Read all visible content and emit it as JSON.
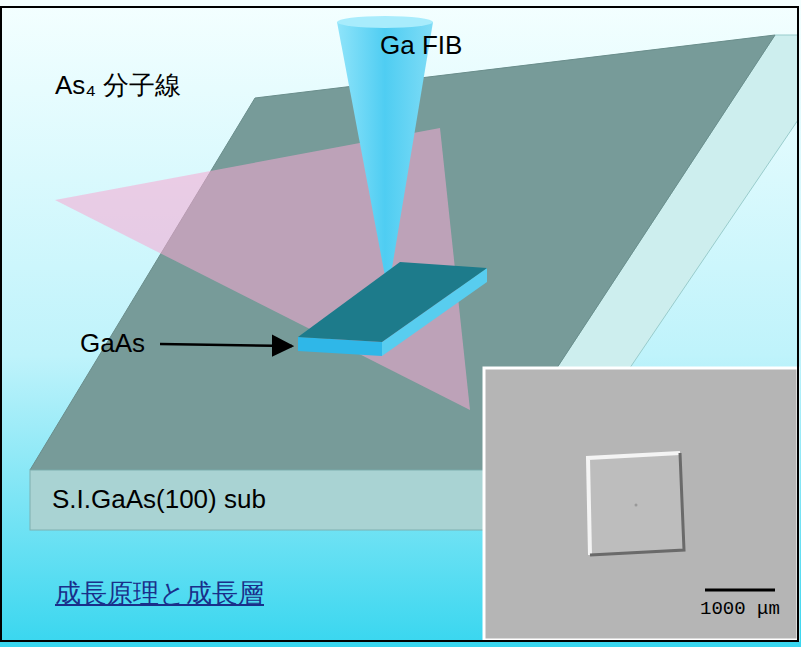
{
  "diagram": {
    "nodes": [
      {
        "text": [
          "S.I.GaAs(100) sub"
        ]
      }
    ],
    "labels": [
      "Ga FIB",
      "As₄ 分子線",
      "GaAs",
      "成長原理と成長層",
      "1000 μm"
    ]
  }
}
